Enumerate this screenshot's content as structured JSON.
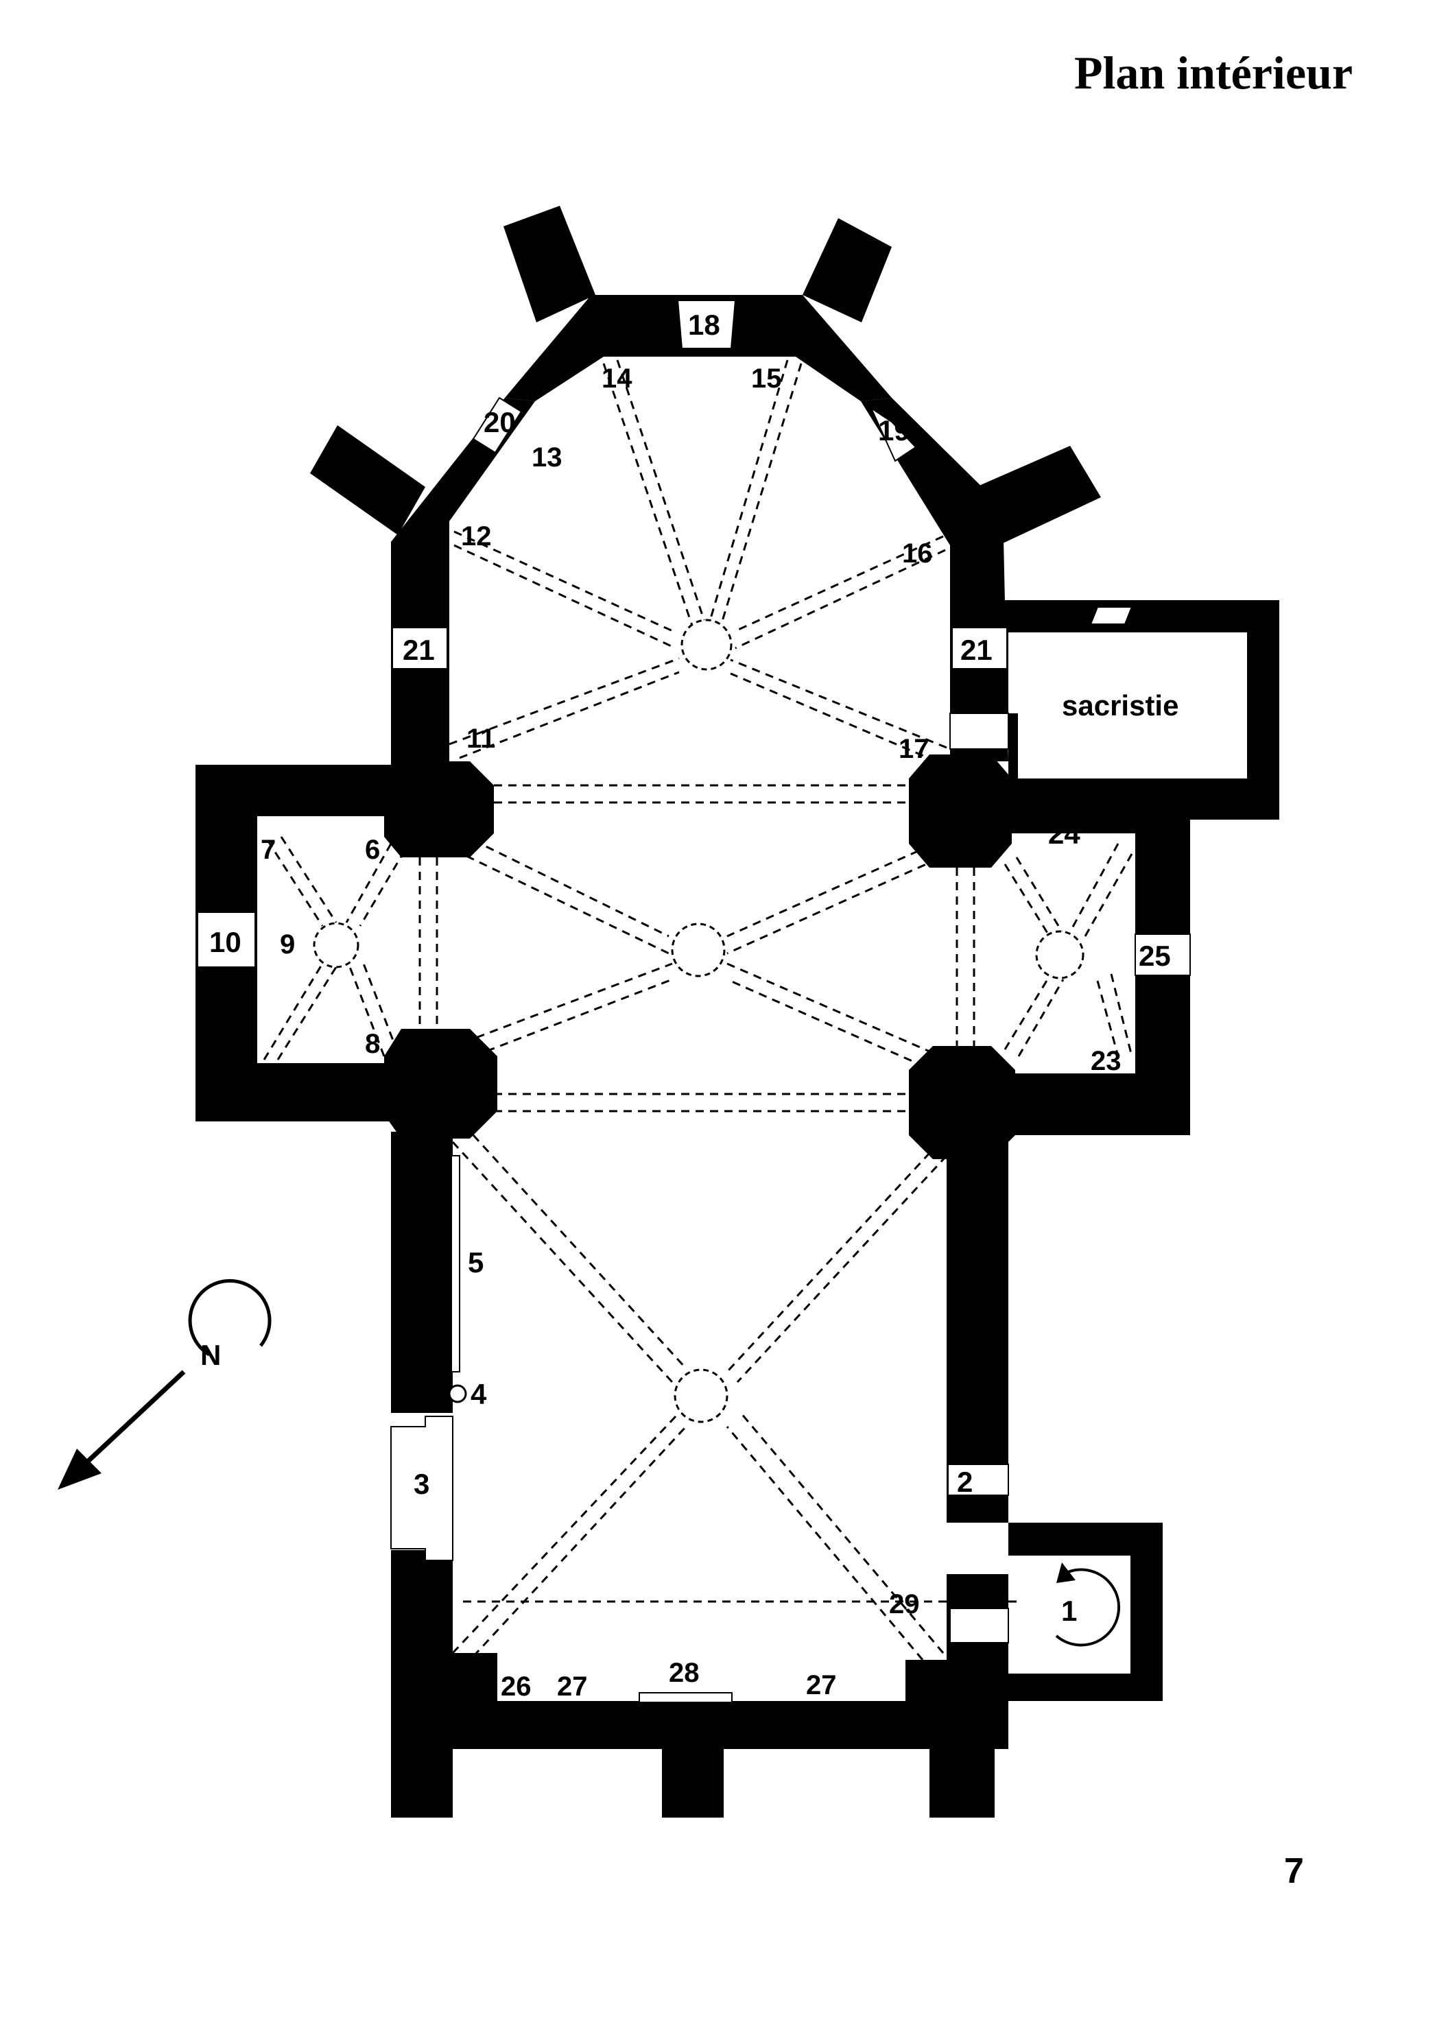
{
  "title": "Plan intérieur",
  "page_number": "7",
  "compass_label": "N",
  "rooms": {
    "sacristy": "sacristie"
  },
  "labels": {
    "n1": "1",
    "n2": "2",
    "n3": "3",
    "n4": "4",
    "n5": "5",
    "n6": "6",
    "n7": "7",
    "n8": "8",
    "n9": "9",
    "n10": "10",
    "n11": "11",
    "n12": "12",
    "n13": "13",
    "n14": "14",
    "n15": "15",
    "n16": "16",
    "n17": "17",
    "n18": "18",
    "n19": "19",
    "n20": "20",
    "n21a": "21",
    "n21b": "21",
    "n23": "23",
    "n24": "24",
    "n25": "25",
    "n26": "26",
    "n27a": "27",
    "n27b": "27",
    "n28": "28",
    "n29": "29"
  },
  "colors": {
    "wall": "#000000",
    "background": "#ffffff"
  }
}
